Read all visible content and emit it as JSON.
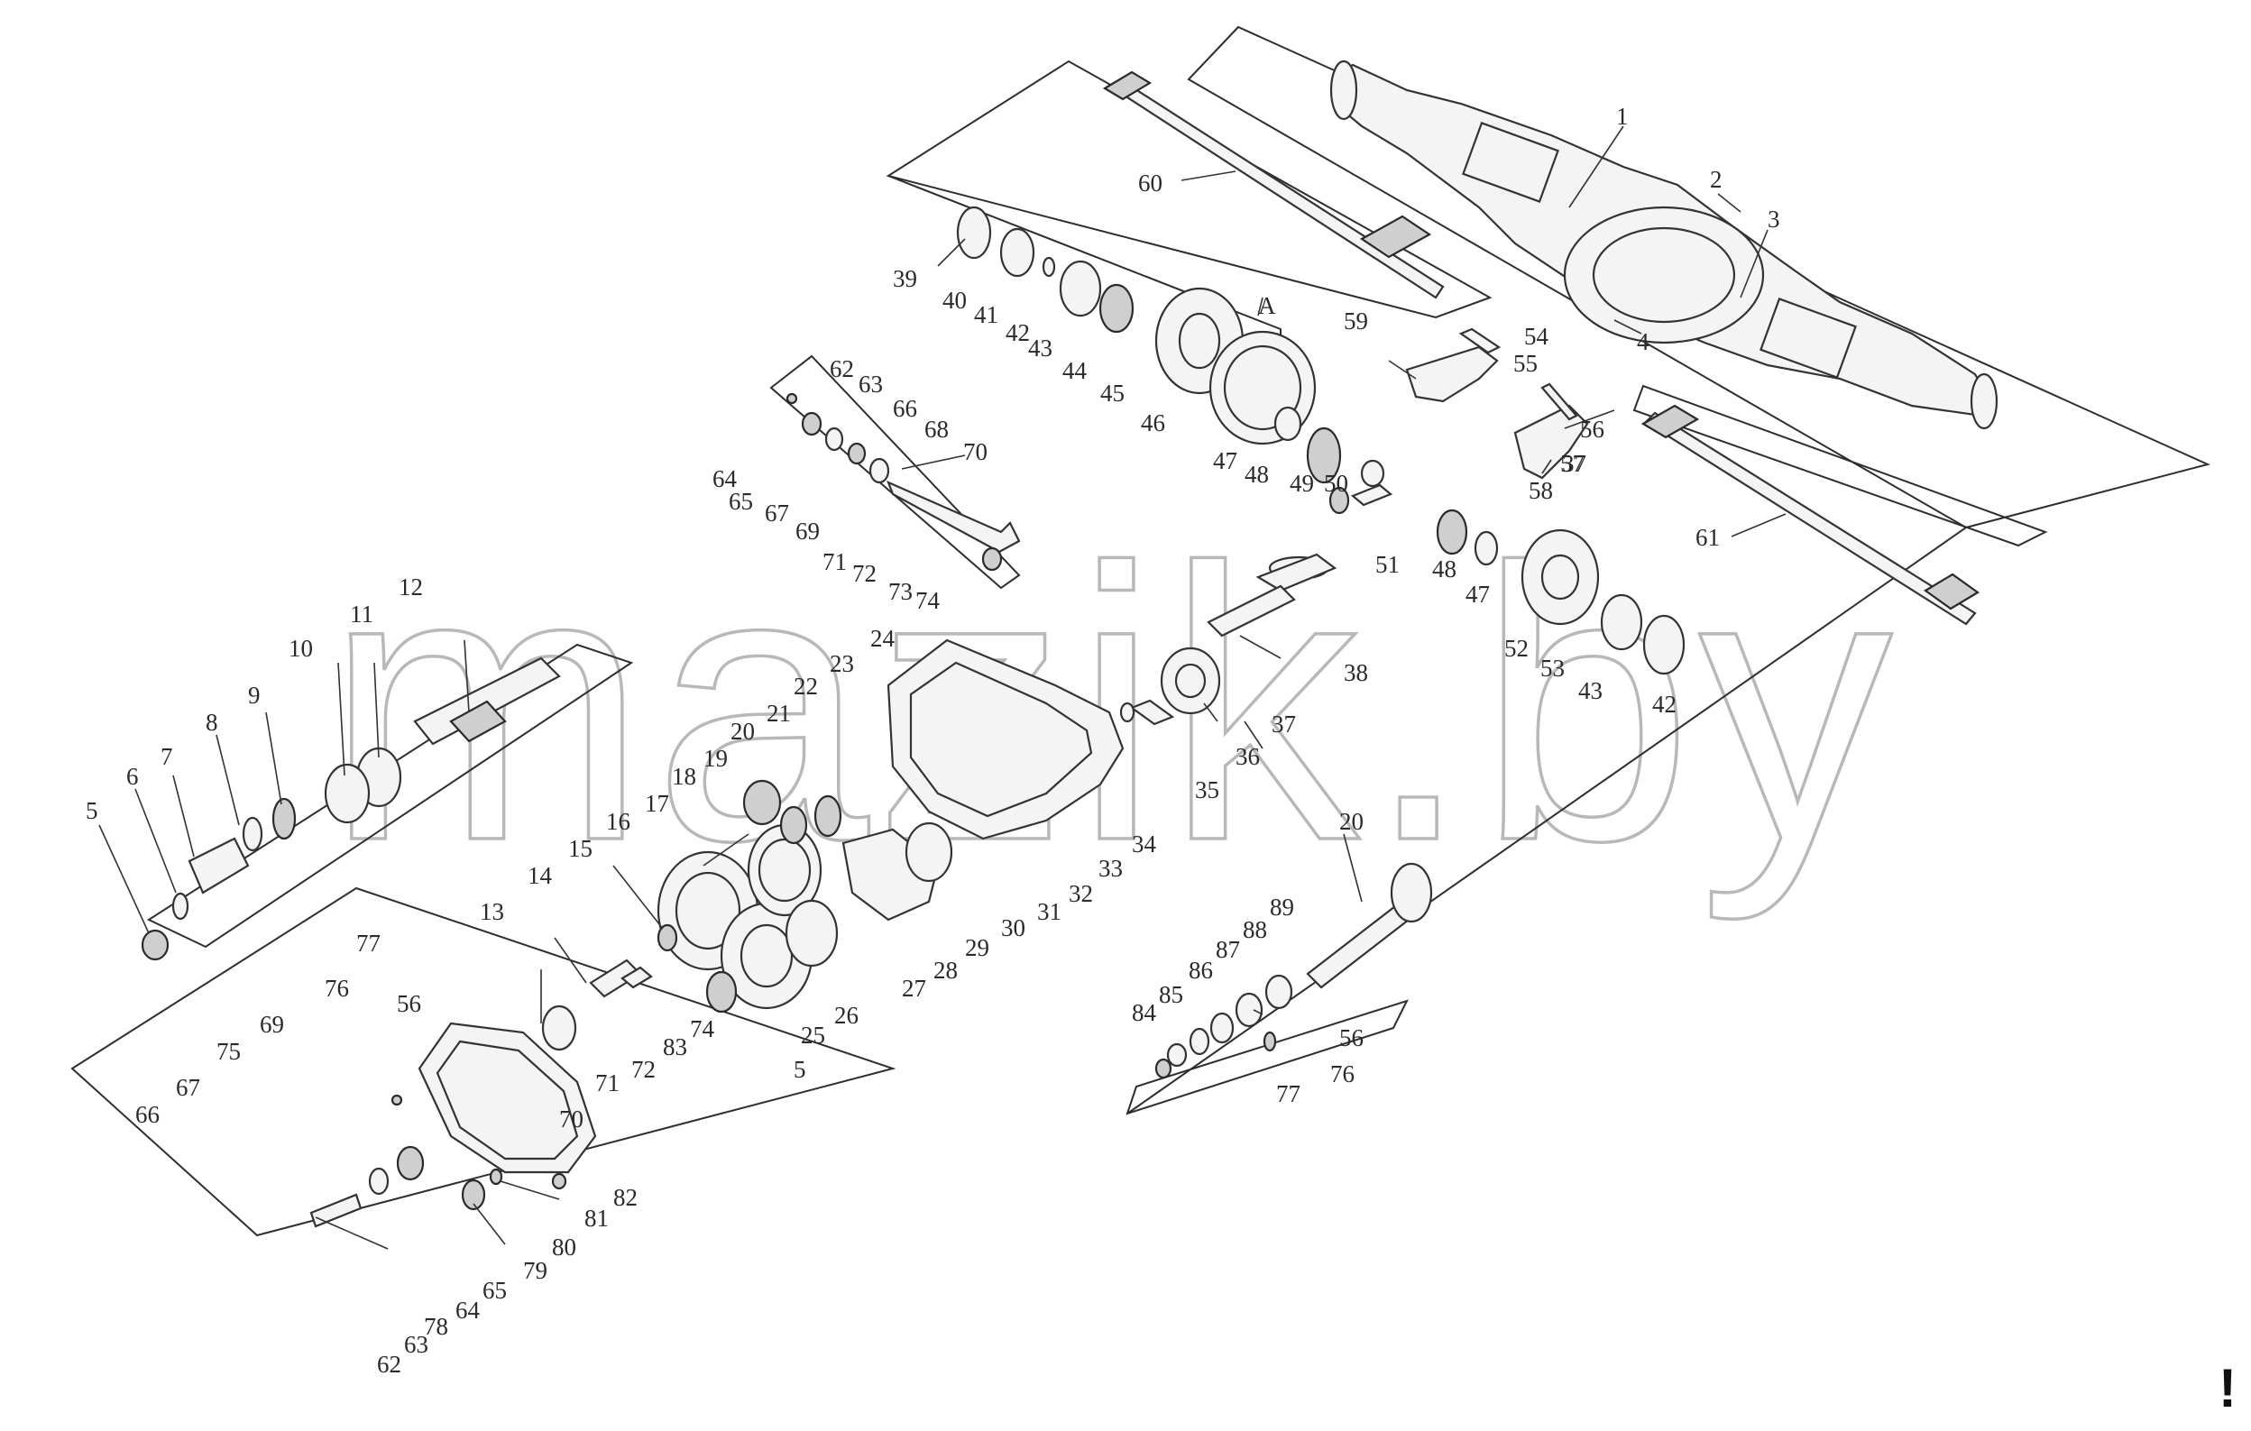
{
  "watermark": "mazik.by",
  "corner_mark": "!",
  "colors": {
    "line": "#333333",
    "watermark": "#b8b8b8",
    "background": "#ffffff"
  },
  "labels": [
    {
      "id": "l1",
      "text": "1"
    },
    {
      "id": "l2",
      "text": "2"
    },
    {
      "id": "l3",
      "text": "3"
    },
    {
      "id": "l4",
      "text": "4"
    },
    {
      "id": "l5a",
      "text": "5"
    },
    {
      "id": "l5b",
      "text": "5"
    },
    {
      "id": "l6",
      "text": "6"
    },
    {
      "id": "l7",
      "text": "7"
    },
    {
      "id": "l8",
      "text": "8"
    },
    {
      "id": "l9",
      "text": "9"
    },
    {
      "id": "l10",
      "text": "10"
    },
    {
      "id": "l11",
      "text": "11"
    },
    {
      "id": "l12",
      "text": "12"
    },
    {
      "id": "l13",
      "text": "13"
    },
    {
      "id": "l14",
      "text": "14"
    },
    {
      "id": "l15",
      "text": "15"
    },
    {
      "id": "l16",
      "text": "16"
    },
    {
      "id": "l17",
      "text": "17"
    },
    {
      "id": "l18",
      "text": "18"
    },
    {
      "id": "l19",
      "text": "19"
    },
    {
      "id": "l20a",
      "text": "20"
    },
    {
      "id": "l20b",
      "text": "20"
    },
    {
      "id": "l21",
      "text": "21"
    },
    {
      "id": "l22",
      "text": "22"
    },
    {
      "id": "l23",
      "text": "23"
    },
    {
      "id": "l24",
      "text": "24"
    },
    {
      "id": "l25",
      "text": "25"
    },
    {
      "id": "l26",
      "text": "26"
    },
    {
      "id": "l27",
      "text": "27"
    },
    {
      "id": "l28",
      "text": "28"
    },
    {
      "id": "l29",
      "text": "29"
    },
    {
      "id": "l30",
      "text": "30"
    },
    {
      "id": "l31",
      "text": "31"
    },
    {
      "id": "l32",
      "text": "32"
    },
    {
      "id": "l33",
      "text": "33"
    },
    {
      "id": "l34",
      "text": "34"
    },
    {
      "id": "l35",
      "text": "35"
    },
    {
      "id": "l36",
      "text": "36"
    },
    {
      "id": "l37a",
      "text": "37"
    },
    {
      "id": "l37b",
      "text": "37"
    },
    {
      "id": "l38",
      "text": "38"
    },
    {
      "id": "l39",
      "text": "39"
    },
    {
      "id": "l40",
      "text": "40"
    },
    {
      "id": "l41",
      "text": "41"
    },
    {
      "id": "l42a",
      "text": "42"
    },
    {
      "id": "l42b",
      "text": "42"
    },
    {
      "id": "l43a",
      "text": "43"
    },
    {
      "id": "l43b",
      "text": "43"
    },
    {
      "id": "l44",
      "text": "44"
    },
    {
      "id": "l45",
      "text": "45"
    },
    {
      "id": "l46",
      "text": "46"
    },
    {
      "id": "l47a",
      "text": "47"
    },
    {
      "id": "l47b",
      "text": "47"
    },
    {
      "id": "l48a",
      "text": "48"
    },
    {
      "id": "l48b",
      "text": "48"
    },
    {
      "id": "l49",
      "text": "49"
    },
    {
      "id": "l50",
      "text": "50"
    },
    {
      "id": "l51",
      "text": "51"
    },
    {
      "id": "l52",
      "text": "52"
    },
    {
      "id": "l53",
      "text": "53"
    },
    {
      "id": "l54",
      "text": "54"
    },
    {
      "id": "l55",
      "text": "55"
    },
    {
      "id": "l56a",
      "text": "56"
    },
    {
      "id": "l56b",
      "text": "56"
    },
    {
      "id": "l56c",
      "text": "56"
    },
    {
      "id": "l57",
      "text": "57"
    },
    {
      "id": "l58",
      "text": "58"
    },
    {
      "id": "l59",
      "text": "59"
    },
    {
      "id": "l60",
      "text": "60"
    },
    {
      "id": "l61",
      "text": "61"
    },
    {
      "id": "l62a",
      "text": "62"
    },
    {
      "id": "l62b",
      "text": "62"
    },
    {
      "id": "l63a",
      "text": "63"
    },
    {
      "id": "l63b",
      "text": "63"
    },
    {
      "id": "l64a",
      "text": "64"
    },
    {
      "id": "l64b",
      "text": "64"
    },
    {
      "id": "l65a",
      "text": "65"
    },
    {
      "id": "l65b",
      "text": "65"
    },
    {
      "id": "l66a",
      "text": "66"
    },
    {
      "id": "l66b",
      "text": "66"
    },
    {
      "id": "l67a",
      "text": "67"
    },
    {
      "id": "l67b",
      "text": "67"
    },
    {
      "id": "l68",
      "text": "68"
    },
    {
      "id": "l69a",
      "text": "69"
    },
    {
      "id": "l69b",
      "text": "69"
    },
    {
      "id": "l70a",
      "text": "70"
    },
    {
      "id": "l70b",
      "text": "70"
    },
    {
      "id": "l71a",
      "text": "71"
    },
    {
      "id": "l71b",
      "text": "71"
    },
    {
      "id": "l72a",
      "text": "72"
    },
    {
      "id": "l72b",
      "text": "72"
    },
    {
      "id": "l73",
      "text": "73"
    },
    {
      "id": "l74a",
      "text": "74"
    },
    {
      "id": "l74b",
      "text": "74"
    },
    {
      "id": "l75",
      "text": "75"
    },
    {
      "id": "l76a",
      "text": "76"
    },
    {
      "id": "l76b",
      "text": "76"
    },
    {
      "id": "l77a",
      "text": "77"
    },
    {
      "id": "l77b",
      "text": "77"
    },
    {
      "id": "l78",
      "text": "78"
    },
    {
      "id": "l79",
      "text": "79"
    },
    {
      "id": "l80",
      "text": "80"
    },
    {
      "id": "l81",
      "text": "81"
    },
    {
      "id": "l82",
      "text": "82"
    },
    {
      "id": "l83",
      "text": "83"
    },
    {
      "id": "l84",
      "text": "84"
    },
    {
      "id": "l85",
      "text": "85"
    },
    {
      "id": "l86",
      "text": "86"
    },
    {
      "id": "l87",
      "text": "87"
    },
    {
      "id": "l88",
      "text": "88"
    },
    {
      "id": "l89",
      "text": "89"
    },
    {
      "id": "lA",
      "text": "A"
    }
  ]
}
